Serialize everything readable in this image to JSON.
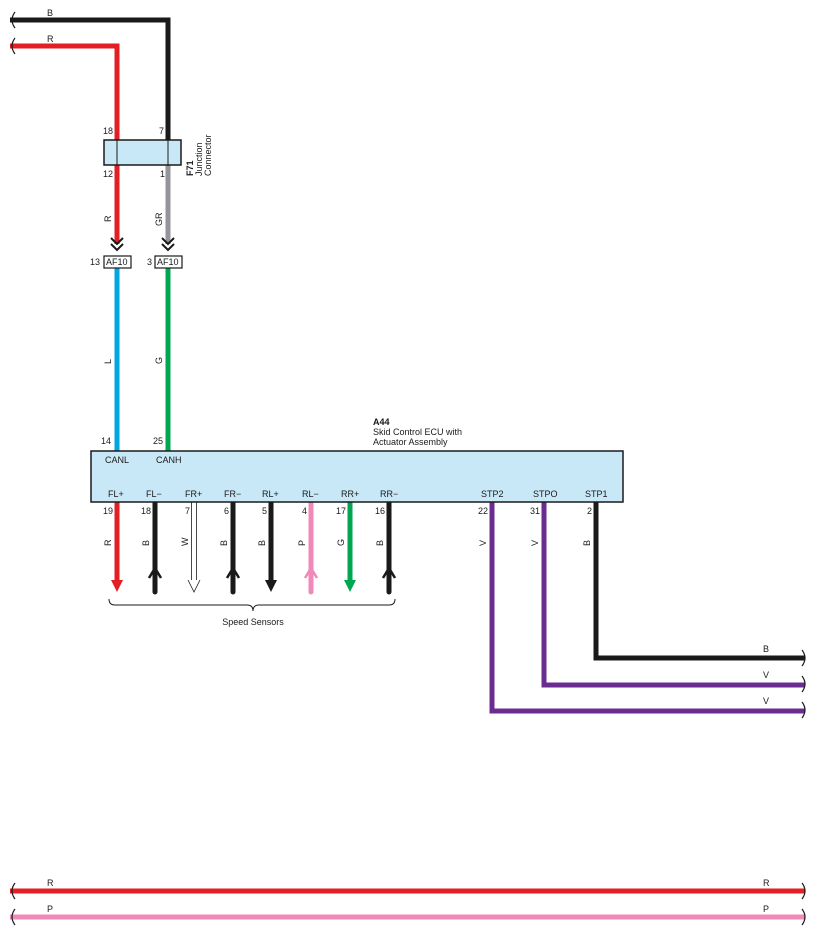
{
  "colors": {
    "B": "#1a1a1a",
    "R": "#e31e24",
    "W": "#ffffff",
    "P": "#ef8ab8",
    "G": "#00a650",
    "L": "#00a7e1",
    "GR": "#939598",
    "V": "#6a2c91",
    "box_fill": "#c9e8f7"
  },
  "top_wires": {
    "b_label": "B",
    "r_label": "R"
  },
  "junction": {
    "id": "F71",
    "name_line1": "Junction",
    "name_line2": "Connector",
    "pin_top_left": "18",
    "pin_top_right": "7",
    "pin_bot_left": "12",
    "pin_bot_right": "1",
    "wire_left": "R",
    "wire_right": "GR"
  },
  "af10": {
    "left": {
      "pin": "13",
      "label": "AF10"
    },
    "right": {
      "pin": "3",
      "label": "AF10"
    },
    "wire_left": "L",
    "wire_right": "G"
  },
  "ecu": {
    "id": "A44",
    "name_line1": "Skid Control ECU with",
    "name_line2": "Actuator Assembly",
    "top_pins": [
      {
        "pin": "14",
        "term": "CANL"
      },
      {
        "pin": "25",
        "term": "CANH"
      }
    ],
    "bottom_pins": [
      {
        "pin": "19",
        "term": "FL+",
        "wire": "R",
        "dir": "down"
      },
      {
        "pin": "18",
        "term": "FL−",
        "wire": "B",
        "dir": "up"
      },
      {
        "pin": "7",
        "term": "FR+",
        "wire": "W",
        "dir": "down"
      },
      {
        "pin": "6",
        "term": "FR−",
        "wire": "B",
        "dir": "up"
      },
      {
        "pin": "5",
        "term": "RL+",
        "wire": "B",
        "dir": "down"
      },
      {
        "pin": "4",
        "term": "RL−",
        "wire": "P",
        "dir": "up"
      },
      {
        "pin": "17",
        "term": "RR+",
        "wire": "G",
        "dir": "down"
      },
      {
        "pin": "16",
        "term": "RR−",
        "wire": "B",
        "dir": "up"
      }
    ],
    "stop_pins": [
      {
        "pin": "22",
        "term": "STP2",
        "wire": "V"
      },
      {
        "pin": "31",
        "term": "STPO",
        "wire": "V"
      },
      {
        "pin": "2",
        "term": "STP1",
        "wire": "B"
      }
    ]
  },
  "speed_sensors_label": "Speed Sensors",
  "right_wire_labels": {
    "stp1": "B",
    "stpo": "V",
    "stp2": "V"
  },
  "bottom_wires": {
    "r_left": "R",
    "r_right": "R",
    "p_left": "P",
    "p_right": "P"
  }
}
